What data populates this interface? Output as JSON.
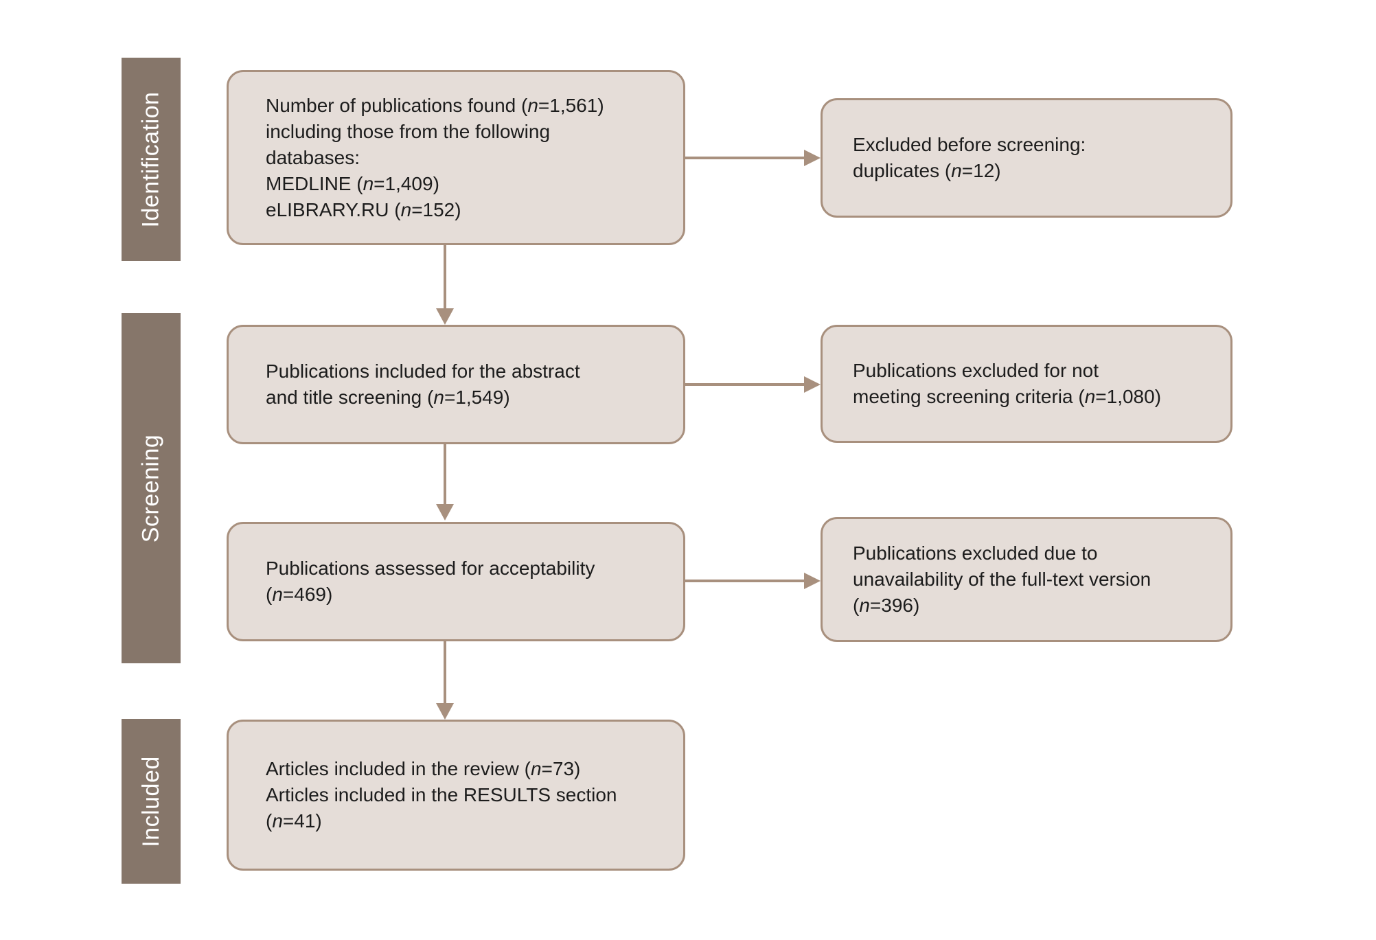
{
  "colors": {
    "bg": "#ffffff",
    "box_fill": "#e5ddd8",
    "box_border": "#a8907e",
    "stage_fill": "#86766a",
    "stage_text": "#ffffff",
    "arrow": "#a8907e",
    "text": "#1c1c1c"
  },
  "stages": [
    {
      "label": "Identification"
    },
    {
      "label": "Screening"
    },
    {
      "label": "Included"
    }
  ],
  "boxes": {
    "found": {
      "lines": [
        [
          {
            "t": "Number of publications found ("
          },
          {
            "t": "n",
            "i": true
          },
          {
            "t": "=1,561)"
          }
        ],
        [
          {
            "t": "including those from the following"
          }
        ],
        [
          {
            "t": "databases:"
          }
        ],
        [
          {
            "t": "MEDLINE ("
          },
          {
            "t": "n",
            "i": true
          },
          {
            "t": "=1,409)"
          }
        ],
        [
          {
            "t": "eLIBRARY.RU ("
          },
          {
            "t": "n",
            "i": true
          },
          {
            "t": "=152)"
          }
        ]
      ]
    },
    "screened": {
      "lines": [
        [
          {
            "t": "Publications included for the abstract"
          }
        ],
        [
          {
            "t": "and title screening ("
          },
          {
            "t": "n",
            "i": true
          },
          {
            "t": "=1,549)"
          }
        ]
      ]
    },
    "assessed": {
      "lines": [
        [
          {
            "t": "Publications assessed for acceptability"
          }
        ],
        [
          {
            "t": "("
          },
          {
            "t": "n",
            "i": true
          },
          {
            "t": "=469)"
          }
        ]
      ]
    },
    "included": {
      "lines": [
        [
          {
            "t": "Articles included in the review ("
          },
          {
            "t": "n",
            "i": true
          },
          {
            "t": "=73)"
          }
        ],
        [
          {
            "t": "Articles included in the RESULTS section"
          }
        ],
        [
          {
            "t": "("
          },
          {
            "t": "n",
            "i": true
          },
          {
            "t": "=41)"
          }
        ]
      ]
    },
    "excluded_duplicates": {
      "lines": [
        [
          {
            "t": "Excluded before screening:"
          }
        ],
        [
          {
            "t": "duplicates ("
          },
          {
            "t": "n",
            "i": true
          },
          {
            "t": "=12)"
          }
        ]
      ]
    },
    "excluded_criteria": {
      "lines": [
        [
          {
            "t": "Publications excluded for not"
          }
        ],
        [
          {
            "t": "meeting screening criteria ("
          },
          {
            "t": "n",
            "i": true
          },
          {
            "t": "=1,080)"
          }
        ]
      ]
    },
    "excluded_fulltext": {
      "lines": [
        [
          {
            "t": "Publications excluded due to"
          }
        ],
        [
          {
            "t": "unavailability of the full-text version"
          }
        ],
        [
          {
            "t": "("
          },
          {
            "t": "n",
            "i": true
          },
          {
            "t": "=396)"
          }
        ]
      ]
    }
  }
}
